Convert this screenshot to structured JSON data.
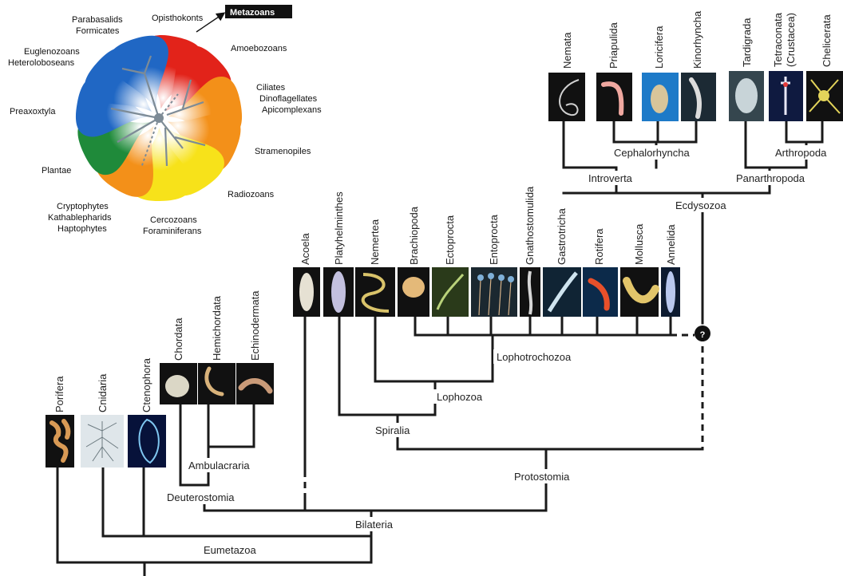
{
  "wheel": {
    "labels": {
      "metazoans": "Metazoans",
      "opisthokonts": "Opisthokonts",
      "amoebozoans": "Amoebozoans",
      "ciliates": "Ciliates",
      "dinoflagellates": "Dinoflagellates",
      "apicomplexans": "Apicomplexans",
      "stramenopiles": "Stramenopiles",
      "radiozoans": "Radiozoans",
      "cercozoans": "Cercozoans",
      "foraminiferans": "Foraminiferans",
      "cryptophytes": "Cryptophytes",
      "kathablepharids": "Kathablepharids",
      "haptophytes": "Haptophytes",
      "plantae": "Plantae",
      "preaxostyla": "Preaxoxtyla",
      "euglenozoans": "Euglenozoans",
      "heteroloboseans": "Heteroloboseans",
      "parabasalids": "Parabasalids",
      "formicates": "Formicates"
    },
    "colors": {
      "red": "#e2231a",
      "orange": "#f39019",
      "yellow": "#f7e21a",
      "green": "#1f8a3a",
      "blue": "#2067c4",
      "hub": "#7d8b96"
    }
  },
  "taxa": {
    "porifera": "Porifera",
    "cnidaria": "Cnidaria",
    "ctenophora": "Ctenophora",
    "chordata": "Chordata",
    "hemichordata": "Hemichordata",
    "echinodermata": "Echinodermata",
    "acoela": "Acoela",
    "platyhelminthes": "Platyhelminthes",
    "nemertea": "Nemertea",
    "brachiopoda": "Brachiopoda",
    "ectoprocta": "Ectoprocta",
    "entoprocta": "Entoprocta",
    "gnathostomulida": "Gnathostomulida",
    "gastrotricha": "Gastrotricha",
    "rotifera": "Rotifera",
    "mollusca": "Mollusca",
    "annelida": "Annelida",
    "nemata": "Nemata",
    "priapulida": "Priapulida",
    "loricifera": "Loricifera",
    "kinorhyncha": "Kinorhyncha",
    "tardigrada": "Tardigrada",
    "tetraconata": "Tetraconata",
    "tetraconata_sub": "(Crustacea)",
    "chelicerata": "Chelicerata"
  },
  "clades": {
    "eumetazoa": "Eumetazoa",
    "bilateria": "Bilateria",
    "deuterostomia": "Deuterostomia",
    "ambulacraria": "Ambulacraria",
    "protostomia": "Protostomia",
    "spiralia": "Spiralia",
    "lophozoa": "Lophozoa",
    "lophotrochozoa": "Lophotrochozoa",
    "ecdysozoa": "Ecdysozoa",
    "introverta": "Introverta",
    "panarthropoda": "Panarthropoda",
    "cephalorhyncha": "Cephalorhyncha",
    "arthropoda": "Arthropoda"
  },
  "question_mark": "?"
}
